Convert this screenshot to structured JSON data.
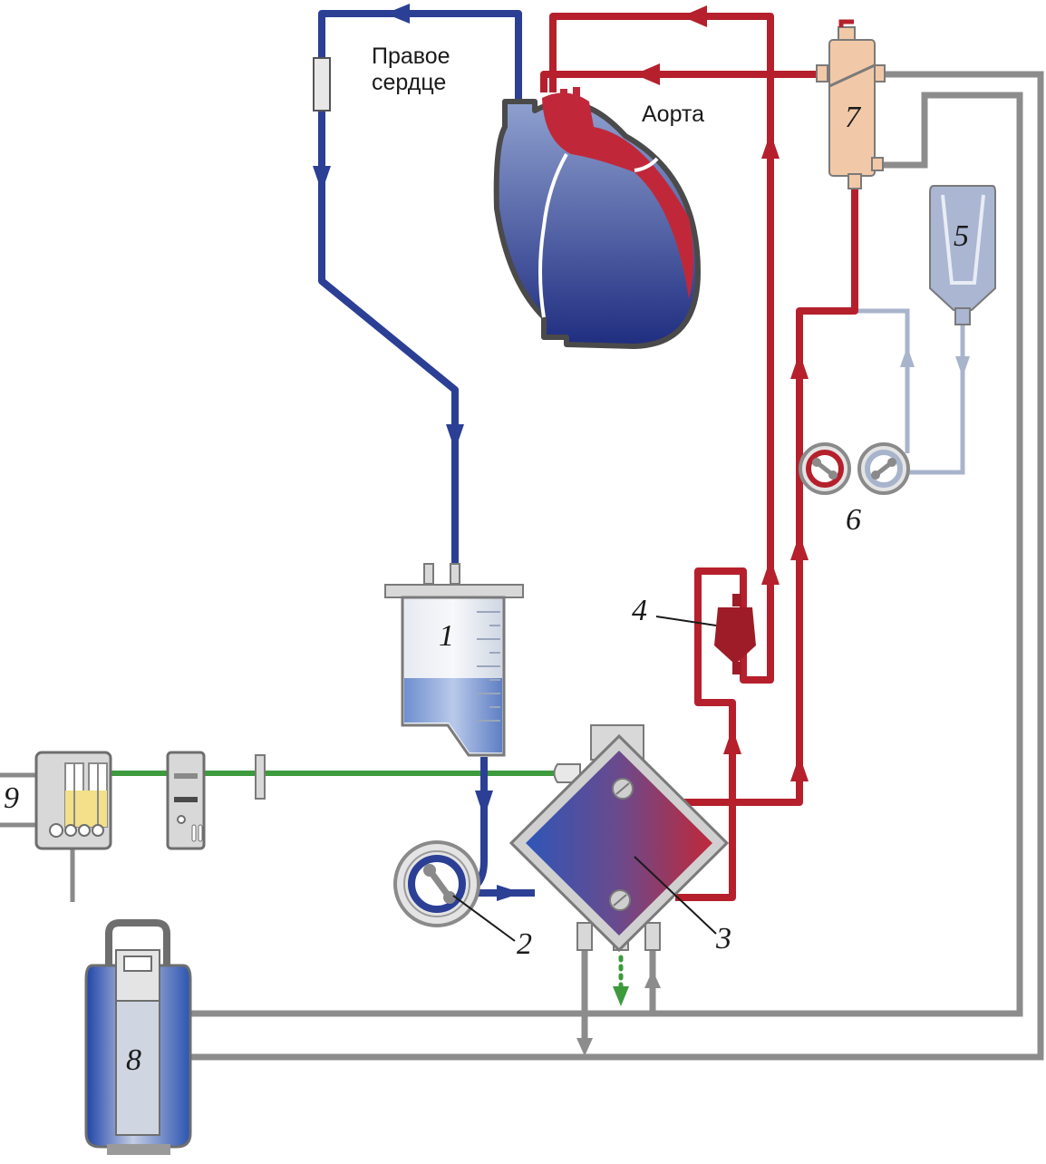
{
  "labels": {
    "right_heart_line1": "Правое",
    "right_heart_line2": "сердце",
    "aorta": "Аорта"
  },
  "numbers": {
    "n1": "1",
    "n2": "2",
    "n3": "3",
    "n4": "4",
    "n5": "5",
    "n6": "6",
    "n7": "7",
    "n8": "8",
    "n9": "9"
  },
  "colors": {
    "venous": "#2b3f95",
    "arterial": "#b5202c",
    "gas_line": "#3d9a3d",
    "water_line": "#8c8c8c",
    "cardioplegia": "#a8b4cc",
    "filter": "#f2c9a8"
  }
}
